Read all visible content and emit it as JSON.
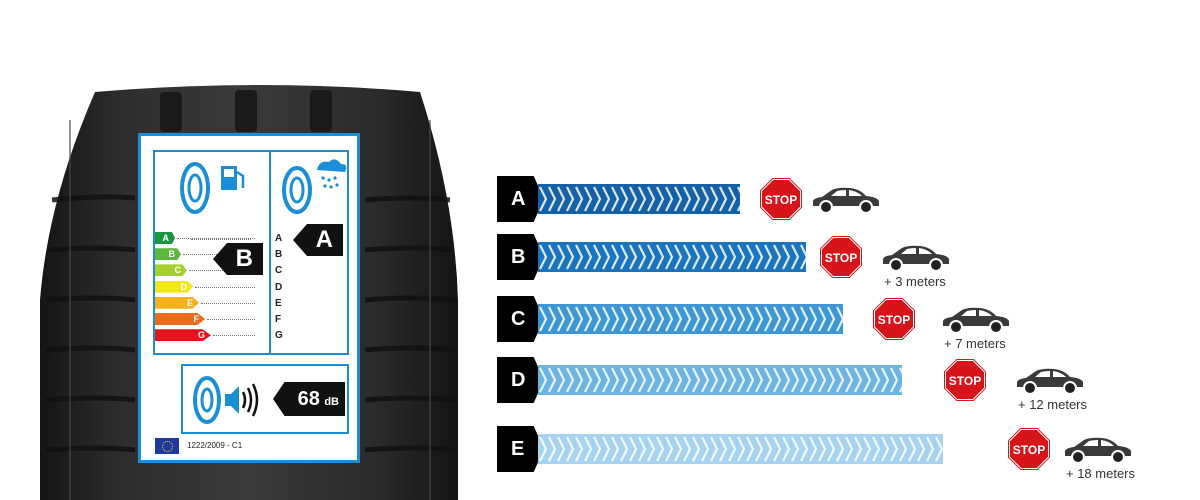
{
  "tire_label": {
    "fuel_rating": "B",
    "wet_rating": "A",
    "fuel_scale": [
      "A",
      "B",
      "C",
      "D",
      "E",
      "F",
      "G"
    ],
    "wet_scale": [
      "A",
      "B",
      "C",
      "D",
      "E",
      "F",
      "G"
    ],
    "noise_value": "68",
    "noise_unit": "dB",
    "regulation": "1222/2009 - C1"
  },
  "braking": {
    "stop_label": "STOP",
    "rows": [
      {
        "grade": "A",
        "distance_text": "",
        "color": "#1561a8"
      },
      {
        "grade": "B",
        "distance_text": "+ 3 meters",
        "color": "#1a74bd"
      },
      {
        "grade": "C",
        "distance_text": "+ 7 meters",
        "color": "#3e97d4"
      },
      {
        "grade": "D",
        "distance_text": "+ 12 meters",
        "color": "#6db4e3"
      },
      {
        "grade": "E",
        "distance_text": "+ 18 meters",
        "color": "#a6d4f0"
      }
    ]
  },
  "colors": {
    "label_border": "#1a8fd6",
    "stop_sign": "#d8141b",
    "car": "#3a3a3a",
    "fuel_scale": [
      "#1a9641",
      "#5bb83a",
      "#a5cf2a",
      "#f2e51a",
      "#f5b01a",
      "#ec6b1c",
      "#e2141d"
    ]
  }
}
